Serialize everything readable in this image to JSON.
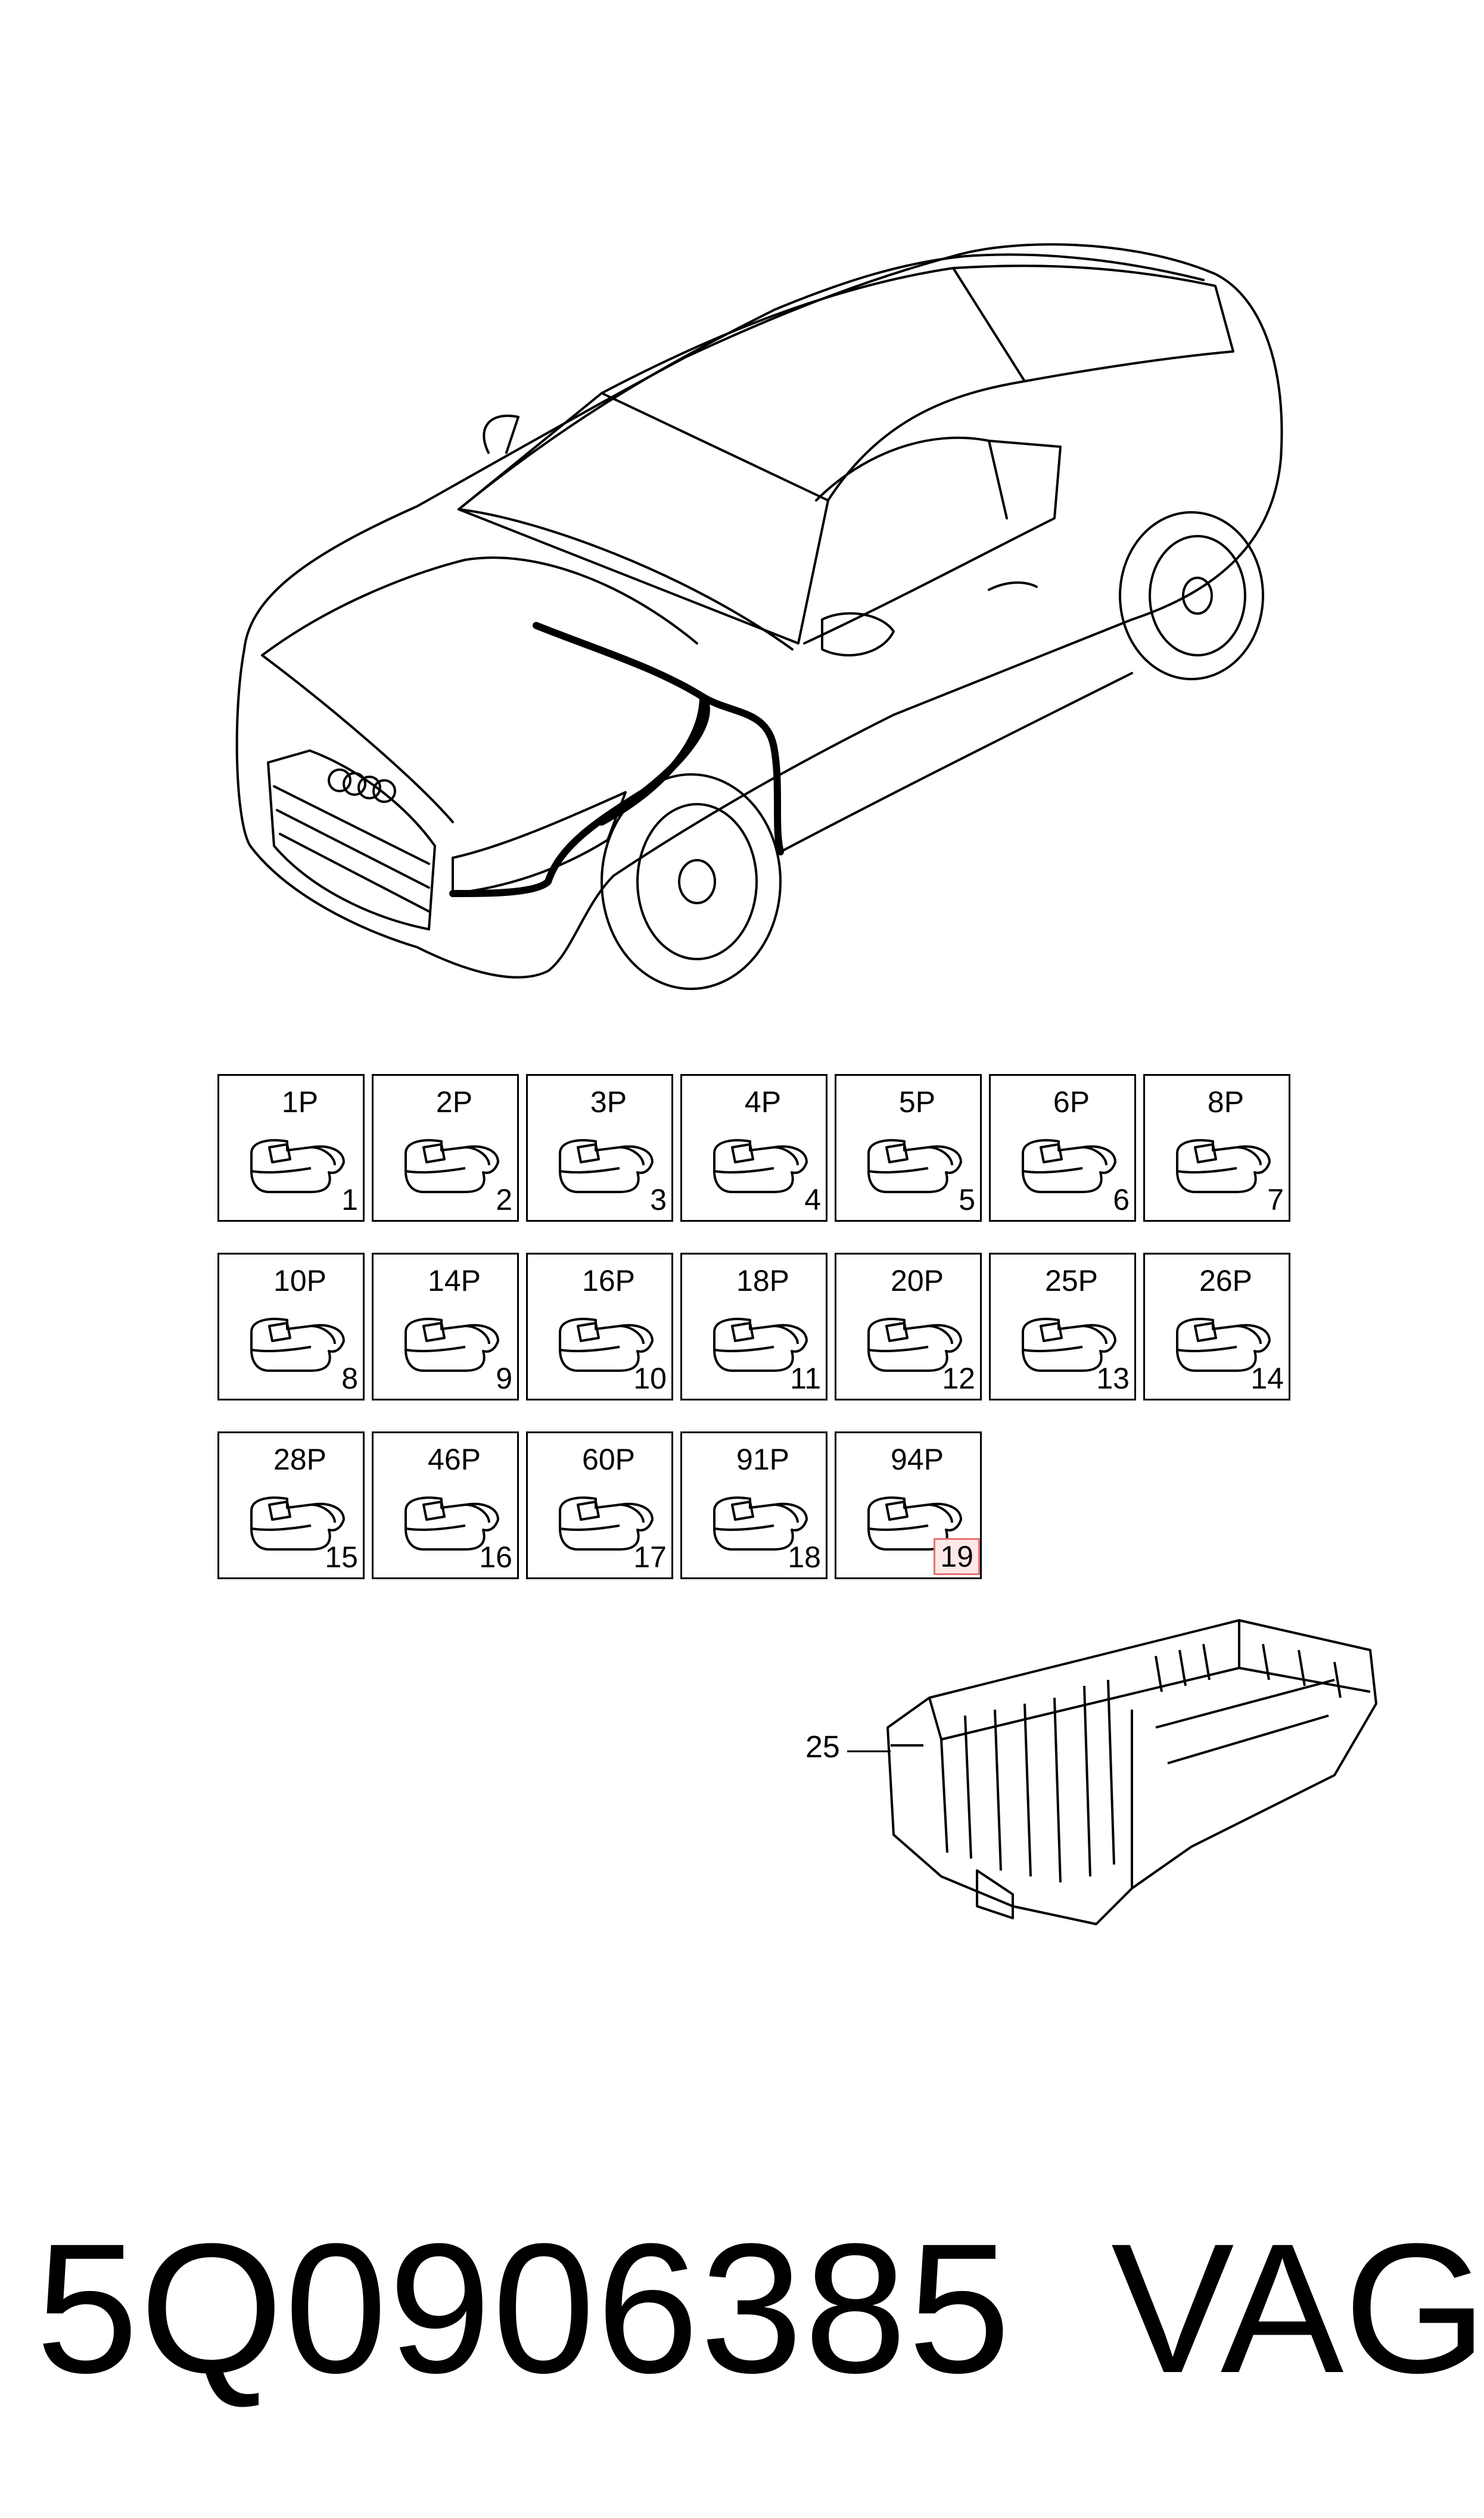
{
  "diagram": {
    "connectors": [
      {
        "label": "1P",
        "number": "1"
      },
      {
        "label": "2P",
        "number": "2"
      },
      {
        "label": "3P",
        "number": "3"
      },
      {
        "label": "4P",
        "number": "4"
      },
      {
        "label": "5P",
        "number": "5"
      },
      {
        "label": "6P",
        "number": "6"
      },
      {
        "label": "8P",
        "number": "7"
      },
      {
        "label": "10P",
        "number": "8"
      },
      {
        "label": "14P",
        "number": "9"
      },
      {
        "label": "16P",
        "number": "10"
      },
      {
        "label": "18P",
        "number": "11"
      },
      {
        "label": "20P",
        "number": "12"
      },
      {
        "label": "25P",
        "number": "13"
      },
      {
        "label": "26P",
        "number": "14"
      },
      {
        "label": "28P",
        "number": "15"
      },
      {
        "label": "46P",
        "number": "16"
      },
      {
        "label": "60P",
        "number": "17"
      },
      {
        "label": "91P",
        "number": "18"
      },
      {
        "label": "94P",
        "number": "19",
        "highlighted": true
      }
    ],
    "fuse_box_callout": "25"
  },
  "footer": {
    "part_number": "5Q0906385",
    "brand": "VAG"
  }
}
